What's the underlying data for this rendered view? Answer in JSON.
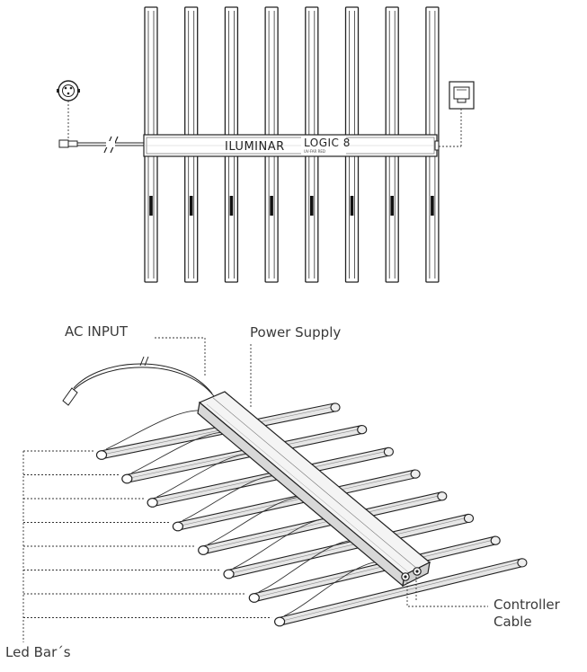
{
  "top_view": {
    "brand": "ILUMINAR",
    "model": "LOGIC 8",
    "model_sub": "UV-FAR RED",
    "bar_count": 8
  },
  "labels": {
    "ac_input": "AC INPUT",
    "power_supply": "Power Supply",
    "controller_line1": "Controller",
    "controller_line2": "Cable",
    "led_bars": "Led Bar´s"
  },
  "iso_view": {
    "bar_count": 8
  }
}
